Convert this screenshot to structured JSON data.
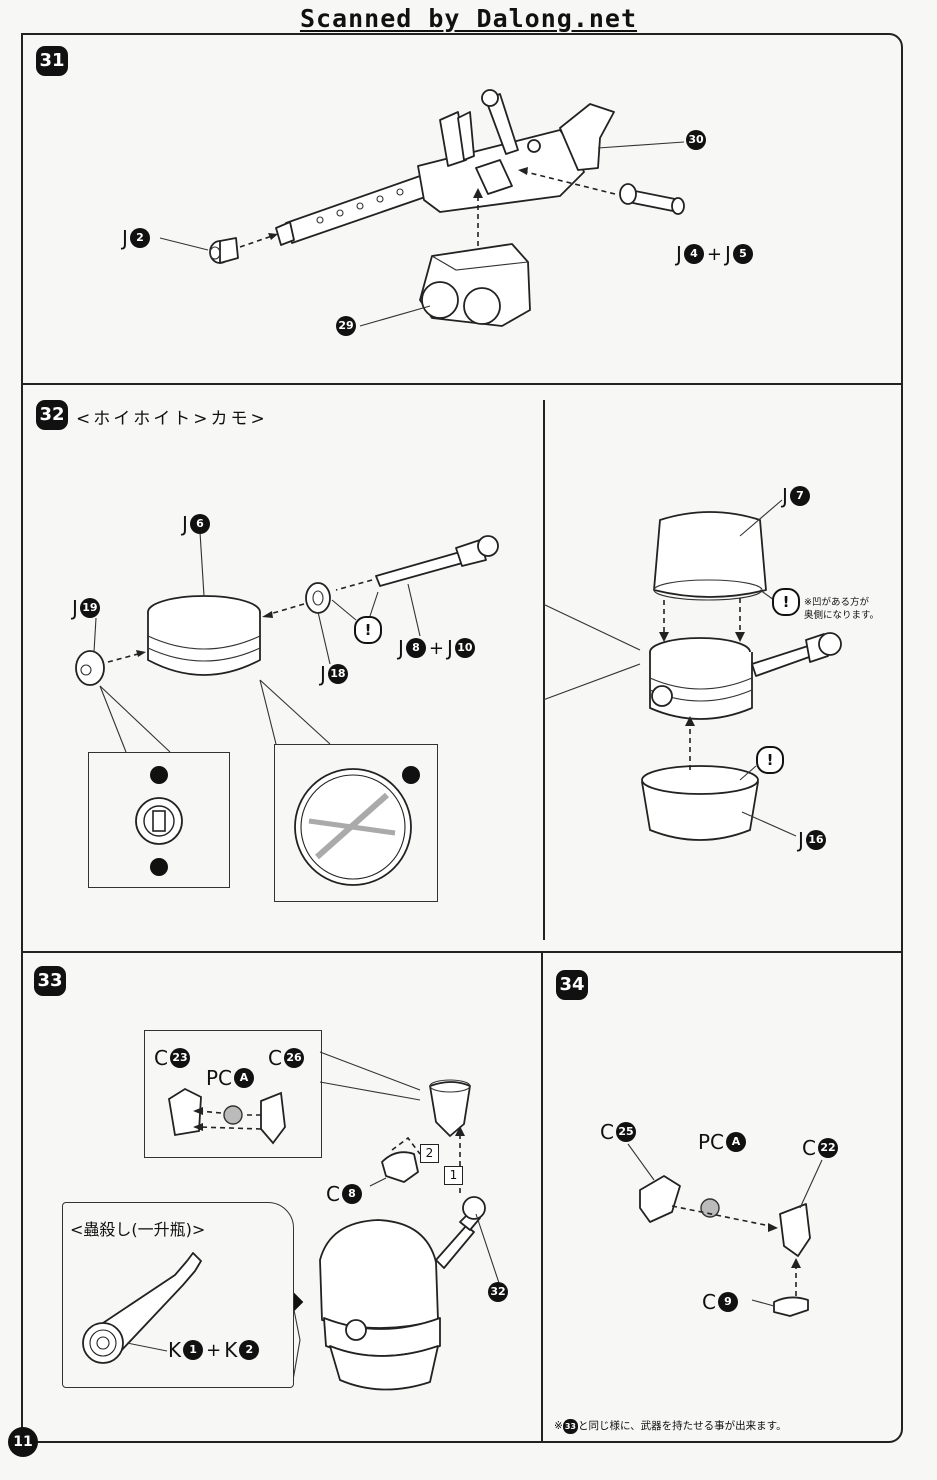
{
  "header": {
    "scan_credit": "Scanned by Dalong.net"
  },
  "page": {
    "number": "11"
  },
  "colors": {
    "ink": "#111111",
    "paper": "#f7f7f5",
    "part_gray": "#bbbbbb"
  },
  "steps": {
    "s31": {
      "badge": "31",
      "callouts": {
        "c30": {
          "num": "30"
        },
        "j2": {
          "letter": "J",
          "num": "2"
        },
        "j4j5": {
          "letter1": "J",
          "num1": "4",
          "plus": "+",
          "letter2": "J",
          "num2": "5"
        },
        "c29": {
          "num": "29"
        }
      }
    },
    "s32": {
      "badge": "32",
      "heading": "<ホイホイト>カモ>",
      "callouts": {
        "j6": {
          "letter": "J",
          "num": "6"
        },
        "j19": {
          "letter": "J",
          "num": "19"
        },
        "j18": {
          "letter": "J",
          "num": "18"
        },
        "j8j10": {
          "letter1": "J",
          "num1": "8",
          "plus": "+",
          "letter2": "J",
          "num2": "10"
        },
        "j7": {
          "letter": "J",
          "num": "7"
        },
        "j16": {
          "letter": "J",
          "num": "16"
        }
      },
      "caution_mark": "!",
      "caution_note_line1": "※凹がある方が",
      "caution_note_line2": "奥側になります。"
    },
    "s33": {
      "badge": "33",
      "callouts": {
        "c23": {
          "letter": "C",
          "num": "23"
        },
        "pca": {
          "letter": "PC",
          "num": "A"
        },
        "c26": {
          "letter": "C",
          "num": "26"
        },
        "c8": {
          "letter": "C",
          "num": "8"
        },
        "c32": {
          "num": "32"
        },
        "k1k2": {
          "letter1": "K",
          "num1": "1",
          "plus": "+",
          "letter2": "K",
          "num2": "2"
        }
      },
      "order_1": "1",
      "order_2": "2",
      "subassembly_title": "<蟲殺し(一升瓶)>"
    },
    "s34": {
      "badge": "34",
      "callouts": {
        "c25": {
          "letter": "C",
          "num": "25"
        },
        "pca": {
          "letter": "PC",
          "num": "A"
        },
        "c22": {
          "letter": "C",
          "num": "22"
        },
        "c9": {
          "letter": "C",
          "num": "9"
        }
      },
      "note_prefix": "※",
      "note_ref": "33",
      "note_text": "と同じ様に、武器を持たせる事が出来ます。"
    }
  }
}
